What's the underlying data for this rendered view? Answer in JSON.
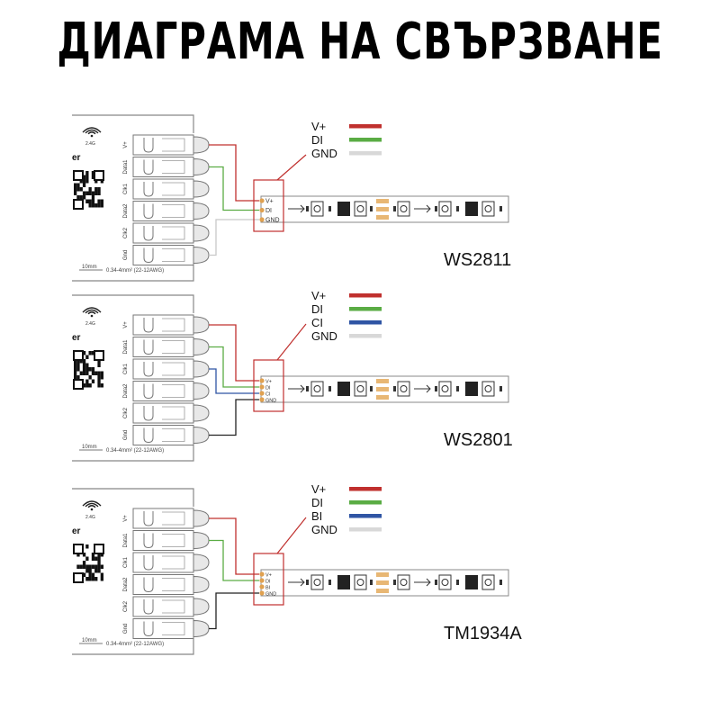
{
  "title": "ДИАГРАМА НА СВЪРЗВАНЕ",
  "controller": {
    "wifi_label": "2.4G",
    "brand_fragment": "er",
    "terminals": [
      "V+",
      "Data1",
      "Clk1",
      "Data2",
      "Clk2",
      "Gnd"
    ],
    "dimension_label": "10mm",
    "wire_spec": "0.34-4mm² (22-12AWG)"
  },
  "colors": {
    "vplus": "#c0302e",
    "di": "#5aac44",
    "ci": "#2f55a4",
    "gnd_legend": "#d8d8d8",
    "gnd_wire_light": "#c8c8c8",
    "gnd_wire_dark": "#222222",
    "callout_box": "#c0302e",
    "strip_pad": "#e8b774"
  },
  "panels": [
    {
      "model": "WS2811",
      "legend": [
        {
          "label": "V+",
          "color": "#c0302e"
        },
        {
          "label": "DI",
          "color": "#5aac44"
        },
        {
          "label": "GND",
          "color": "#d8d8d8"
        }
      ],
      "connector_pins": [
        "V+",
        "DI",
        "GND"
      ],
      "wires": [
        {
          "from": "V+",
          "to": "V+",
          "color": "#c0302e"
        },
        {
          "from": "Data1",
          "to": "DI",
          "color": "#5aac44"
        },
        {
          "from": "Gnd",
          "to": "GND",
          "color": "#c8c8c8"
        }
      ]
    },
    {
      "model": "WS2801",
      "legend": [
        {
          "label": "V+",
          "color": "#c0302e"
        },
        {
          "label": "DI",
          "color": "#5aac44"
        },
        {
          "label": "CI",
          "color": "#2f55a4"
        },
        {
          "label": "GND",
          "color": "#d8d8d8"
        }
      ],
      "connector_pins": [
        "V+",
        "DI",
        "CI",
        "GND"
      ],
      "wires": [
        {
          "from": "V+",
          "to": "V+",
          "color": "#c0302e"
        },
        {
          "from": "Data1",
          "to": "DI",
          "color": "#5aac44"
        },
        {
          "from": "Clk1",
          "to": "CI",
          "color": "#2f55a4"
        },
        {
          "from": "Gnd",
          "to": "GND",
          "color": "#222222"
        }
      ]
    },
    {
      "model": "TM1934A",
      "legend": [
        {
          "label": "V+",
          "color": "#c0302e"
        },
        {
          "label": "DI",
          "color": "#5aac44"
        },
        {
          "label": "BI",
          "color": "#2f55a4"
        },
        {
          "label": "GND",
          "color": "#d8d8d8"
        }
      ],
      "connector_pins": [
        "V+",
        "DI",
        "BI",
        "GND"
      ],
      "wires": [
        {
          "from": "V+",
          "to": "V+",
          "color": "#c0302e"
        },
        {
          "from": "Data1",
          "to": "DI",
          "color": "#5aac44"
        },
        {
          "from": "Gnd",
          "to": "GND",
          "color": "#222222"
        }
      ]
    }
  ]
}
